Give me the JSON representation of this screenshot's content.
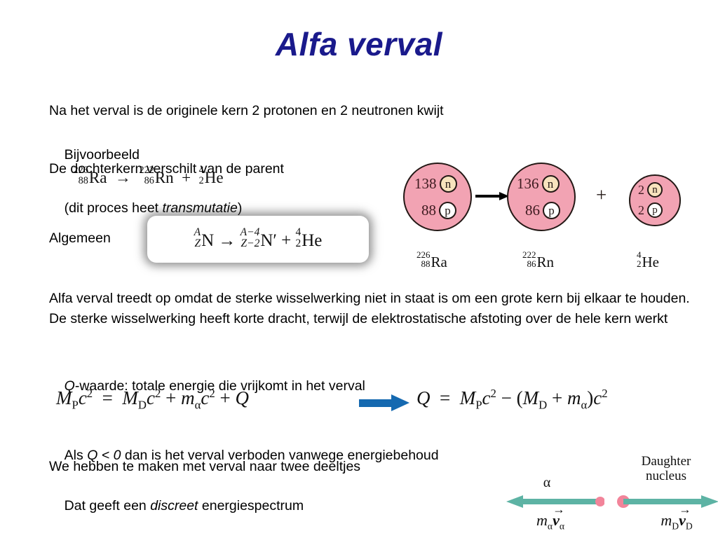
{
  "slide": {
    "title": "Alfa verval",
    "title_color": "#1a1a8c"
  },
  "lines": {
    "intro": "Na het verval is de originele kern 2 protonen en 2 neutronen kwijt",
    "example_label": "Bijvoorbeeld",
    "daughter_1": "De dochterkern verschilt van de parent",
    "daughter_2_pre": "(dit proces heet ",
    "daughter_2_em": "transmutatie",
    "daughter_2_post": ")",
    "general_label": "Algemeen",
    "paragraph": "Alfa verval treedt op omdat de sterke wisselwerking niet in staat is om een grote kern bij elkaar te houden. De sterke wisselwerking heeft korte dracht, terwijl de elektrostatische afstoting over de hele kern werkt",
    "qvalue_em": "Q",
    "qvalue_rest": "-waarde: totale energie die vrijkomt in het verval",
    "als_pre": "Als ",
    "als_em": "Q < 0",
    "als_post": " dan is het verval verboden vanwege energiebehoud",
    "twee_deeltjes": "We hebben te maken met verval naar twee deeltjes",
    "discreet_pre": "Dat geeft een ",
    "discreet_em": "discreet",
    "discreet_post": " energiespectrum"
  },
  "example_equation": {
    "reactant": {
      "symbol": "Ra",
      "mass_number": "226",
      "atomic_number": "88"
    },
    "arrow": "→",
    "product_1": {
      "symbol": "Rn",
      "mass_number": "222",
      "atomic_number": "86"
    },
    "plus": "+",
    "product_2": {
      "symbol": "He",
      "mass_number": "4",
      "atomic_number": "2"
    }
  },
  "general_equation": {
    "reactant": {
      "symbol": "N",
      "mass_number": "A",
      "atomic_number": "Z"
    },
    "arrow": "→",
    "product_1": {
      "symbol": "N′",
      "mass_number": "A−4",
      "atomic_number": "Z−2"
    },
    "plus": "+",
    "product_2": {
      "symbol": "He",
      "mass_number": "4",
      "atomic_number": "2"
    }
  },
  "nucleus_diagram": {
    "parent": {
      "neutron_count": "138",
      "proton_count": "88",
      "neutron_letter": "n",
      "proton_letter": "p",
      "label": {
        "symbol": "Ra",
        "mass_number": "226",
        "atomic_number": "88"
      }
    },
    "daughter": {
      "neutron_count": "136",
      "proton_count": "86",
      "neutron_letter": "n",
      "proton_letter": "p",
      "label": {
        "symbol": "Rn",
        "mass_number": "222",
        "atomic_number": "86"
      }
    },
    "alpha": {
      "neutron_count": "2",
      "proton_count": "2",
      "neutron_letter": "n",
      "proton_letter": "p",
      "label": {
        "symbol": "He",
        "mass_number": "4",
        "atomic_number": "2"
      }
    },
    "plus": "+",
    "colors": {
      "nucleus_fill": "#f2a3b3",
      "outline": "#231815",
      "neutron_fill": "#f7e3bd",
      "proton_fill": "#ffffff"
    }
  },
  "q_equation_left": {
    "lhs_mass": "M",
    "lhs_sub": "P",
    "c": "c",
    "exp": "2",
    "equals": "=",
    "d_mass": "M",
    "d_sub": "D",
    "plus": "+",
    "alpha_mass": "m",
    "alpha_sub": "α",
    "q": "Q"
  },
  "q_equation_right": {
    "q": "Q",
    "equals": "=",
    "p_mass": "M",
    "p_sub": "P",
    "c": "c",
    "exp": "2",
    "minus": "−",
    "open_paren": "(",
    "d_mass": "M",
    "d_sub": "D",
    "plus": "+",
    "alpha_mass": "m",
    "alpha_sub": "α",
    "close_paren": ")"
  },
  "momentum_diagram": {
    "alpha_label": "α",
    "daughter_label_line1": "Daughter",
    "daughter_label_line2": "nucleus",
    "alpha_momentum": {
      "m": "m",
      "m_sub": "α",
      "v": "v",
      "v_sub": "α"
    },
    "daughter_momentum": {
      "m": "m",
      "m_sub": "D",
      "v": "v",
      "v_sub": "D"
    },
    "colors": {
      "arrow": "#5db3a4",
      "dot": "#f2849a"
    }
  },
  "colors": {
    "blue_arrow": "#1569b0",
    "black_arrow": "#000000"
  }
}
